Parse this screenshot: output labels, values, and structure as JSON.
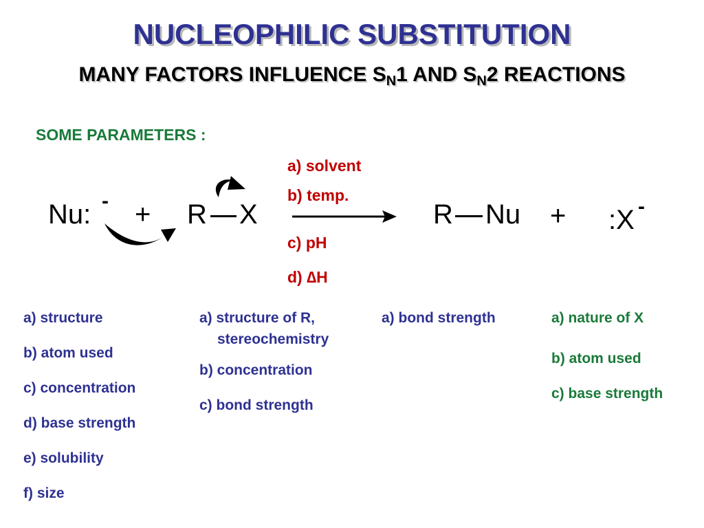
{
  "title": "NUCLEOPHILIC SUBSTITUTION",
  "subtitle": {
    "prefix": "MANY FACTORS INFLUENCE  S",
    "sub1": "N",
    "mid": "1  AND  S",
    "sub2": "N",
    "suffix": "2  REACTIONS"
  },
  "section_label": "SOME PARAMETERS :",
  "conditions": [
    "a) solvent",
    "b) temp.",
    "c) pH",
    "d) ∆H"
  ],
  "equation": {
    "nucleophile": "Nu:",
    "nucleophile_charge": "-",
    "plus1": "+",
    "substrate_r": "R",
    "substrate_x": "X",
    "product_r": "R",
    "product_nu": "Nu",
    "plus2": "+",
    "leaving_group": ":X",
    "leaving_group_charge": "-"
  },
  "factor_columns": {
    "nucleophile": [
      "a) structure",
      "b) atom used",
      "c) concentration",
      "d) base strength",
      "e) solubility",
      "f) size"
    ],
    "substrate": [
      "a) structure of R,",
      "stereochemistry",
      "b) concentration",
      "c) bond strength"
    ],
    "bond": [
      "a) bond strength"
    ],
    "leaving_group": [
      "a) nature of X",
      "b) atom used",
      "c) base strength"
    ]
  },
  "colors": {
    "title": "#2e3192",
    "section_label": "#1a7a3a",
    "conditions": "#c00000",
    "nucleophile_list": "#2e3192",
    "substrate_list": "#2e3192",
    "bond_list": "#2e3192",
    "leaving_group_list": "#1a7a3a"
  }
}
